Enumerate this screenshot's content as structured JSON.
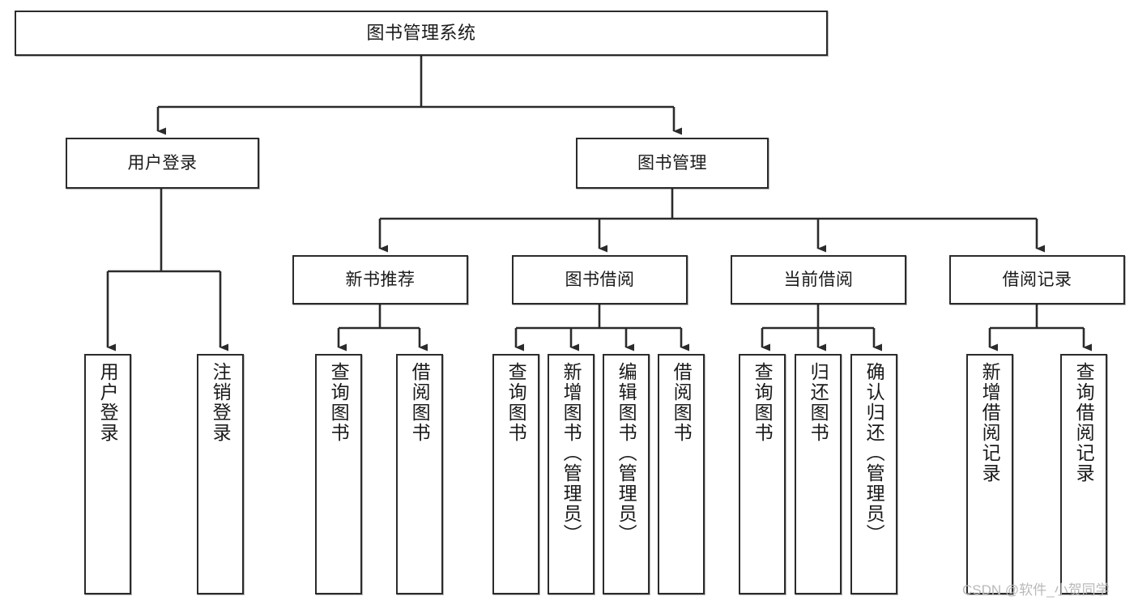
{
  "diagram": {
    "title": "图书管理系统",
    "type": "tree-functional-structure",
    "orientation": "top-down",
    "stroke_color": "#2b2b2b",
    "fill_color": "#ffffff",
    "text_color": "#1a1a1a",
    "watermark": "CSDN @软件_小贺同学"
  },
  "nodes": {
    "root": {
      "label": "图书管理系统"
    },
    "level2": [
      {
        "label": "用户登录"
      },
      {
        "label": "图书管理"
      }
    ],
    "level3": [
      {
        "label": "新书推荐"
      },
      {
        "label": "图书借阅"
      },
      {
        "label": "当前借阅"
      },
      {
        "label": "借阅记录"
      }
    ],
    "leaves": {
      "user_login": [
        {
          "label": "用户登录"
        },
        {
          "label": "注销登录"
        }
      ],
      "new_book_recommend": [
        {
          "label": "查询图书"
        },
        {
          "label": "借阅图书"
        }
      ],
      "book_borrow": [
        {
          "label": "查询图书"
        },
        {
          "label": "新增图书（管理员）"
        },
        {
          "label": "编辑图书（管理员）"
        },
        {
          "label": "借阅图书"
        }
      ],
      "current_borrow": [
        {
          "label": "查询图书"
        },
        {
          "label": "归还图书"
        },
        {
          "label": "确认归还（管理员）"
        }
      ],
      "borrow_record": [
        {
          "label": "新增借阅记录"
        },
        {
          "label": "查询借阅记录"
        }
      ]
    }
  }
}
